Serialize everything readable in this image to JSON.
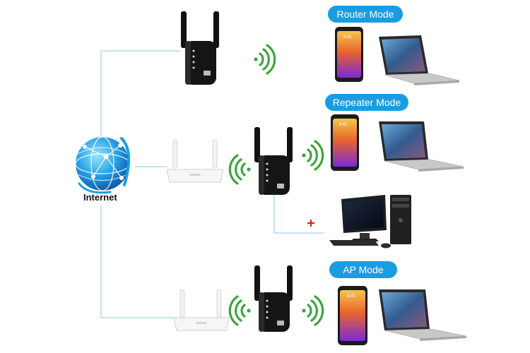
{
  "internet": {
    "label": "Internet"
  },
  "modes": [
    {
      "label": "Router Mode"
    },
    {
      "label": "Repeater Mode"
    },
    {
      "label": "AP Mode"
    }
  ],
  "phone": {
    "time": "9:41"
  },
  "colors": {
    "pill": "#1a9de0",
    "connector": "#9fd3e8",
    "wifi": "#3aa63a",
    "plus": "#e02020",
    "device": "#111111"
  }
}
